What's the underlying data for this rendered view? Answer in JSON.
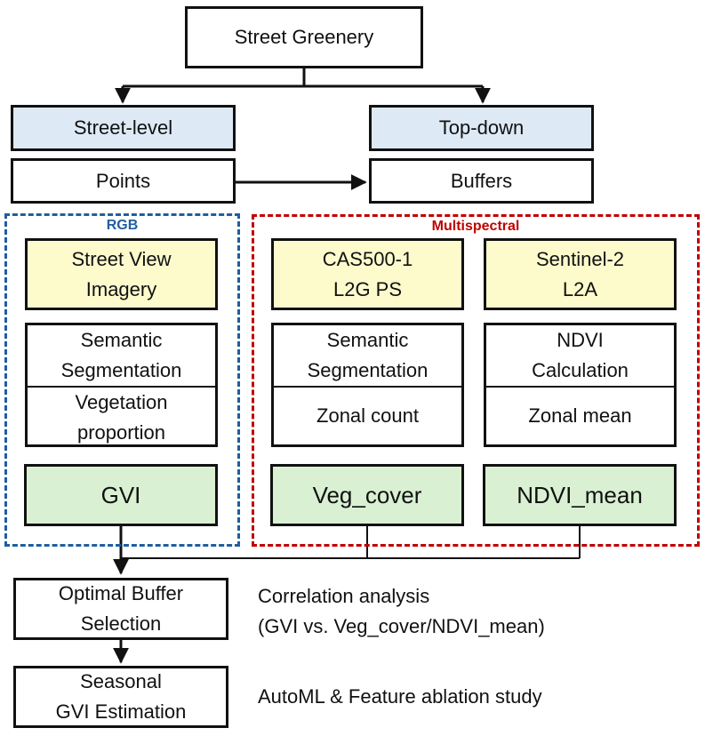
{
  "title_box": "Street Greenery",
  "branches": {
    "street_level": {
      "label": "Street-level",
      "unit": "Points"
    },
    "top_down": {
      "label": "Top-down",
      "unit": "Buffers"
    }
  },
  "groups": {
    "rgb": {
      "label": "RGB",
      "color": "#1f5fa0",
      "source": [
        "Street View",
        "Imagery"
      ],
      "steps": [
        [
          "Semantic",
          "Segmentation"
        ],
        [
          "Vegetation",
          "proportion"
        ]
      ],
      "output": "GVI"
    },
    "multispectral": {
      "label": "Multispectral",
      "color": "#c00000",
      "columns": [
        {
          "source": [
            "CAS500-1",
            "L2G PS"
          ],
          "steps": [
            [
              "Semantic",
              "Segmentation"
            ],
            [
              "Zonal count"
            ]
          ],
          "output": "Veg_cover"
        },
        {
          "source": [
            "Sentinel-2",
            "L2A"
          ],
          "steps": [
            [
              "NDVI",
              "Calculation"
            ],
            [
              "Zonal mean"
            ]
          ],
          "output": "NDVI_mean"
        }
      ]
    }
  },
  "stages": [
    {
      "box": [
        "Optimal Buffer",
        "Selection"
      ],
      "note": [
        "Correlation analysis",
        "(GVI vs. Veg_cover/NDVI_mean)"
      ]
    },
    {
      "box": [
        "Seasonal",
        "GVI Estimation"
      ],
      "note": [
        "AutoML & Feature ablation study"
      ]
    }
  ],
  "colors": {
    "category_fill": "#dde9f5",
    "source_fill": "#fdfbcc",
    "output_fill": "#d9f1d2"
  }
}
